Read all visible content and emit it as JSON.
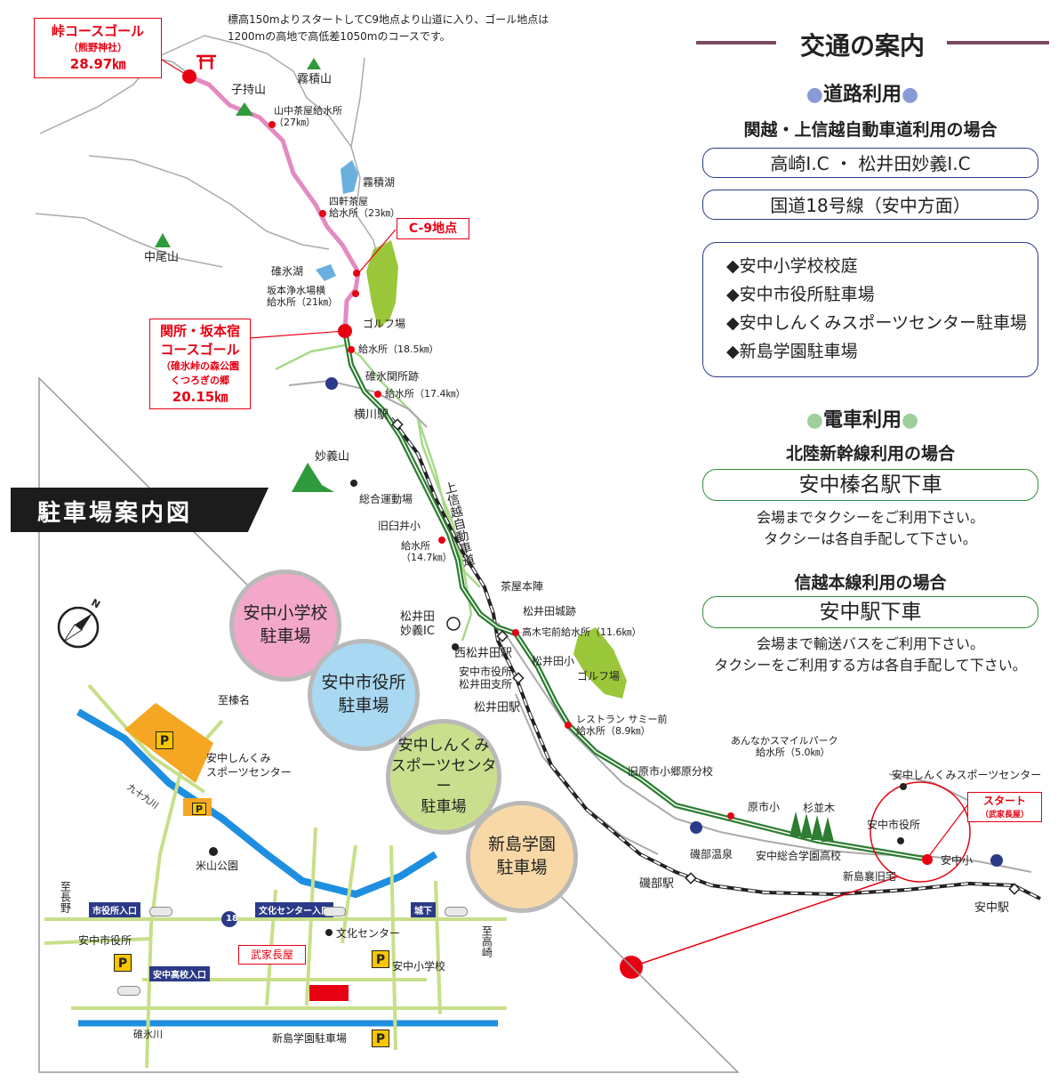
{
  "header_note": {
    "line1": "標高150mよりスタートしてC9地点より山道に入り、ゴール地点は",
    "line2": "1200mの高地で高低差1050mのコースです。"
  },
  "goal_pass": {
    "title": "峠コースゴール",
    "sub": "（熊野神社）",
    "km": "28.97㎞"
  },
  "goal_sekisho": {
    "title1": "関所・坂本宿",
    "title2": "コースゴール",
    "sub1": "（碓氷峠の森公園",
    "sub2": "くつろぎの郷",
    "km": "20.15㎞"
  },
  "c9_label": "C-9地点",
  "start_label": {
    "title": "スタート",
    "sub": "（武家長屋）"
  },
  "map_labels": {
    "komochiyama": "子持山",
    "kirizumiyama": "霧積山",
    "kirizumiko": "霧積湖",
    "nakaoyama": "中尾山",
    "usuiko": "碓氷湖",
    "golf1": "ゴルフ場",
    "golf2": "ゴルフ場",
    "myogisan": "妙義山",
    "usui_sekisho": "碓氷関所跡",
    "yokokawa": "横川駅",
    "sogo_undojo": "総合運動場",
    "kyu_usui": "旧臼井小",
    "expressway": "上信越自動車道",
    "chaya_honjin": "茶屋本陣",
    "matsuida_castle": "松井田城跡",
    "matsuida_ic1": "松井田",
    "matsuida_ic2": "妙義IC",
    "nishi_matsuida": "西松井田駅",
    "shisho1": "安中市役所",
    "shisho2": "松井田支所",
    "matsuida_sho": "松井田小",
    "matsuida_eki": "松井田駅",
    "kyu_harashi": "旧原市小郷原分校",
    "harashi_sho": "原市小",
    "suginamiki": "杉並木",
    "isobe_onsen": "磯部温泉",
    "sogo_gakuen": "安中総合学園高校",
    "niijima": "新島襄旧宅",
    "isobe_eki": "磯部駅",
    "shiyakusho": "安中市役所",
    "annaka_sho": "安中小",
    "annaka_eki": "安中駅",
    "shinkumi": "安中しんくみスポーツセンター"
  },
  "aid_stations": [
    {
      "name": "山中茶屋給水所",
      "km": "（27㎞）"
    },
    {
      "name": "四軒茶屋",
      "km": "給水所（23㎞）"
    },
    {
      "name": "坂本浄水場横",
      "km": "給水所（21㎞）"
    },
    {
      "name": "給水所（18.5㎞）"
    },
    {
      "name": "給水所（17.4㎞）"
    },
    {
      "name": "給水所",
      "km": "（14.7㎞）"
    },
    {
      "name": "高木宅前給水所（11.6㎞）"
    },
    {
      "name": "レストラン サミー前",
      "km": "給水所（8.9㎞）"
    },
    {
      "name": "あんなかスマイルパーク",
      "km": "給水所（5.0㎞）"
    }
  ],
  "parking": {
    "banner": "駐車場案内図",
    "compass": "N",
    "lots": [
      {
        "l1": "安中小学校",
        "l2": "駐車場",
        "color": "#f3a8c9"
      },
      {
        "l1": "安中市役所",
        "l2": "駐車場",
        "color": "#a9d8f2"
      },
      {
        "l1": "安中しんくみ",
        "l2": "スポーツセンター",
        "l3": "駐車場",
        "color": "#c9df8e"
      },
      {
        "l1": "新島学園",
        "l2": "駐車場",
        "color": "#f8d8a6"
      }
    ],
    "labels": {
      "haruna": "至榛名",
      "shinkumi1": "安中しんくみ",
      "shinkumi2": "スポーツセンター",
      "kunahugawa": "九十九川",
      "yoneyama": "米山公園",
      "naganohara": "至長野",
      "takasaki": "至高崎",
      "shiyakusho": "安中市役所",
      "bunka": "文化センター",
      "bukenagaya": "武家長屋",
      "annaka_sho": "安中小学校",
      "usuigawa": "碓氷川",
      "niijima_p": "新島学園駐車場",
      "gate_shiyakusho": "市役所入口",
      "gate_bunka": "文化センター入口",
      "gate_shiroshita": "城下",
      "gate_koko": "安中高校入口",
      "route18": "18",
      "p": "P"
    }
  },
  "access": {
    "title": "交通の案内",
    "road_head": "道路利用",
    "road_sub": "関越・上信越自動車道利用の場合",
    "road_ic": "高崎I.C ・ 松井田妙義I.C",
    "road_route": "国道18号線（安中方面）",
    "lots": [
      "◆安中小学校校庭",
      "◆安中市役所駐車場",
      "◆安中しんくみスポーツセンター駐車場",
      "◆新島学園駐車場"
    ],
    "train_head": "電車利用",
    "shinkansen_sub": "北陸新幹線利用の場合",
    "shinkansen_station": "安中榛名駅下車",
    "shinkansen_note1": "会場までタクシーをご利用下さい。",
    "shinkansen_note2": "タクシーは各自手配して下さい。",
    "shinetsu_sub": "信越本線利用の場合",
    "shinetsu_station": "安中駅下車",
    "shinetsu_note1": "会場まで輸送バスをご利用下さい。",
    "shinetsu_note2": "タクシーをご利用する方は各自手配して下さい。"
  },
  "colors": {
    "route": "#2e7d32",
    "route_pink": "#e38bc0",
    "red": "#e60012",
    "navy": "#2b3a88",
    "accent": "#7a4a62"
  }
}
